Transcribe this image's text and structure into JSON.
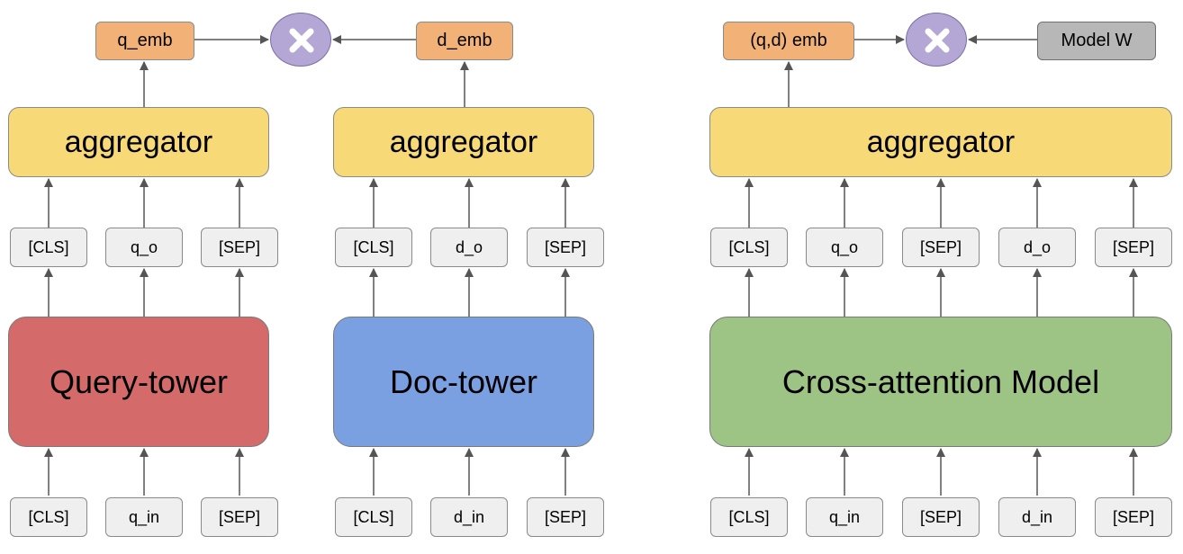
{
  "colors": {
    "query_tower": "#d46a6a",
    "doc_tower": "#7aa0e2",
    "cross_tower": "#9dc385",
    "aggregator": "#f8d977",
    "embedding": "#f2b176",
    "model_w": "#b7b7b7",
    "token": "#efefef",
    "operator": "#b4a7d6"
  },
  "dual_encoder": {
    "query": {
      "input_tokens": [
        "[CLS]",
        "q_in",
        "[SEP]"
      ],
      "tower_label": "Query-tower",
      "output_tokens": [
        "[CLS]",
        "q_o",
        "[SEP]"
      ],
      "aggregator_label": "aggregator",
      "embedding_label": "q_emb"
    },
    "doc": {
      "input_tokens": [
        "[CLS]",
        "d_in",
        "[SEP]"
      ],
      "tower_label": "Doc-tower",
      "output_tokens": [
        "[CLS]",
        "d_o",
        "[SEP]"
      ],
      "aggregator_label": "aggregator",
      "embedding_label": "d_emb"
    },
    "operator_icon": "multiply-icon"
  },
  "cross_encoder": {
    "input_tokens": [
      "[CLS]",
      "q_in",
      "[SEP]",
      "d_in",
      "[SEP]"
    ],
    "tower_label": "Cross-attention Model",
    "output_tokens": [
      "[CLS]",
      "q_o",
      "[SEP]",
      "d_o",
      "[SEP]"
    ],
    "aggregator_label": "aggregator",
    "embedding_label": "(q,d) emb",
    "model_w_label": "Model W",
    "operator_icon": "multiply-icon"
  }
}
